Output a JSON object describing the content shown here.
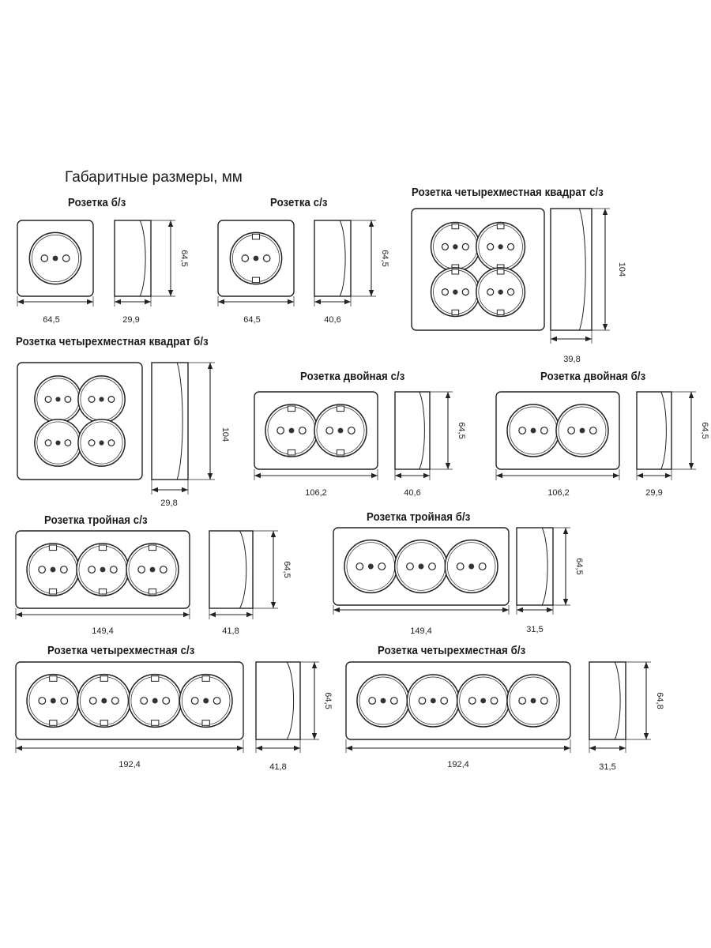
{
  "title": "Габаритные размеры, мм",
  "items": [
    {
      "title": "Розетка б/з",
      "posts": 1,
      "ground": false,
      "square": false,
      "width": "64,5",
      "depth": "29,9",
      "height": "64,5"
    },
    {
      "title": "Розетка с/з",
      "posts": 1,
      "ground": true,
      "square": false,
      "width": "64,5",
      "depth": "40,6",
      "height": "64,5"
    },
    {
      "title": "Розетка четырехместная квадрат с/з",
      "posts": 4,
      "ground": true,
      "square": true,
      "width": "",
      "depth": "39,8",
      "height": "104"
    },
    {
      "title": "Розетка четырехместная квадрат б/з",
      "posts": 4,
      "ground": false,
      "square": true,
      "width": "",
      "depth": "29,8",
      "height": "104"
    },
    {
      "title": "Розетка двойная с/з",
      "posts": 2,
      "ground": true,
      "square": false,
      "width": "106,2",
      "depth": "40,6",
      "height": "64,5"
    },
    {
      "title": "Розетка двойная б/з",
      "posts": 2,
      "ground": false,
      "square": false,
      "width": "106,2",
      "depth": "29,9",
      "height": "64,5"
    },
    {
      "title": "Розетка тройная с/з",
      "posts": 3,
      "ground": true,
      "square": false,
      "width": "149,4",
      "depth": "41,8",
      "height": "64,5"
    },
    {
      "title": "Розетка тройная б/з",
      "posts": 3,
      "ground": false,
      "square": false,
      "width": "149,4",
      "depth": "31,5",
      "height": "64,5"
    },
    {
      "title": "Розетка четырехместная с/з",
      "posts": 4,
      "ground": true,
      "square": false,
      "width": "192,4",
      "depth": "41,8",
      "height": "64,5"
    },
    {
      "title": "Розетка четырехместная б/з",
      "posts": 4,
      "ground": false,
      "square": false,
      "width": "192,4",
      "depth": "31,5",
      "height": "64,8"
    }
  ]
}
